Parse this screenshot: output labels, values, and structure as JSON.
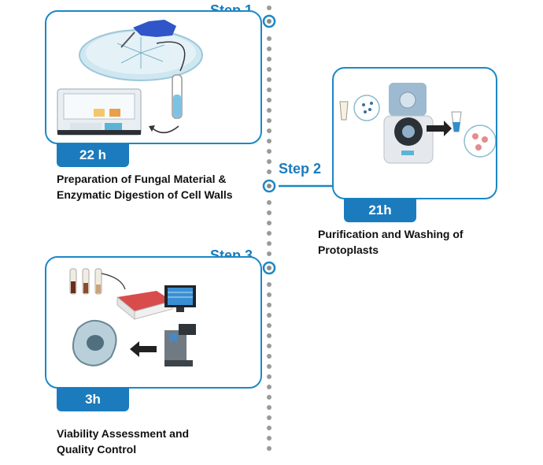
{
  "steps": [
    {
      "label": "Step 1",
      "duration": "22 h",
      "caption": "Preparation of Fungal Material & Enzymatic Digestion of Cell Walls"
    },
    {
      "label": "Step 2",
      "duration": "21h",
      "caption": "Purification and Washing of Protoplasts"
    },
    {
      "label": "Step 3",
      "duration": "3h",
      "caption": "Viability Assessment and Quality Control"
    }
  ],
  "colors": {
    "accent": "#1b7bbd",
    "border": "#1b88c5",
    "timeline_dot": "#9a9a9a"
  }
}
